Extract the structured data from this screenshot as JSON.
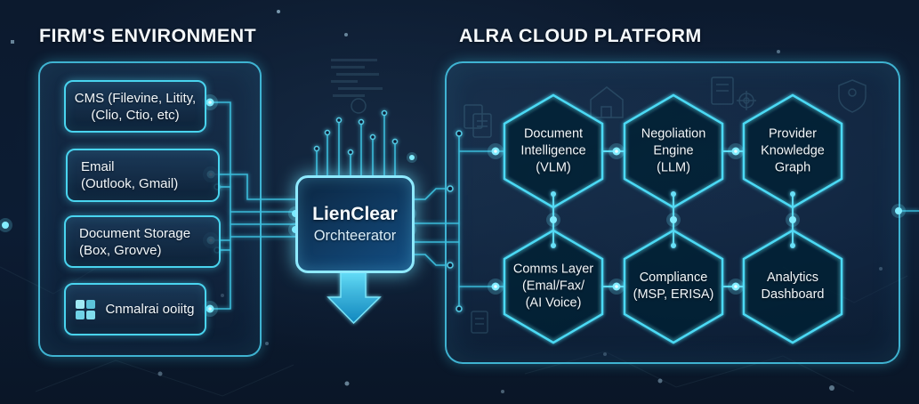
{
  "left_panel": {
    "title": "FIRM'S ENVIRONMENT",
    "boxes": [
      {
        "id": "cms",
        "lines": [
          "CMS (Filevine, Litity,",
          "(Clio, Ctio, etc)"
        ]
      },
      {
        "id": "email",
        "lines": [
          "Email",
          "(Outlook, Gmail)"
        ]
      },
      {
        "id": "document-storage",
        "lines": [
          "Document Storage",
          "(Box, Grovve)"
        ]
      },
      {
        "id": "other-systems",
        "icon": "apps-grid-icon",
        "lines": [
          "Cnmalrai ooiitg"
        ]
      }
    ]
  },
  "center": {
    "title": "LienClear",
    "subtitle": "Orchteerator"
  },
  "right_panel": {
    "title": "ALRA CLOUD PLATFORM",
    "hexagons": [
      {
        "id": "document-intelligence",
        "lines": [
          "Document",
          "Intelligence",
          "(VLM)"
        ]
      },
      {
        "id": "negotiation-engine",
        "lines": [
          "Negoliation",
          "Engine",
          "(LLM)"
        ]
      },
      {
        "id": "provider-knowledge-graph",
        "lines": [
          "Provider",
          "Knowledge",
          "Graph"
        ]
      },
      {
        "id": "comms-layer",
        "lines": [
          "Comms Layer",
          "(Emal/Fax/",
          "(AI Voice)"
        ]
      },
      {
        "id": "compliance",
        "lines": [
          "Compliance",
          "(MSP, ERISA)"
        ]
      },
      {
        "id": "analytics-dashboard",
        "lines": [
          "Analytics",
          "Dashboard"
        ]
      }
    ]
  },
  "decorative_icons": [
    "apps-grid-icon",
    "document-icon",
    "cloud-doc-icon",
    "gear-doc-icon",
    "shield-icon",
    "file-icon"
  ],
  "colors": {
    "background": "#0c1a2e",
    "panel_border": "#48cdec",
    "node_border": "#49d4ef",
    "hex_border": "#4bd9f4",
    "glow_accent": "#8feaff",
    "wire": "#3cc0de",
    "text": "#f2f7fa"
  }
}
